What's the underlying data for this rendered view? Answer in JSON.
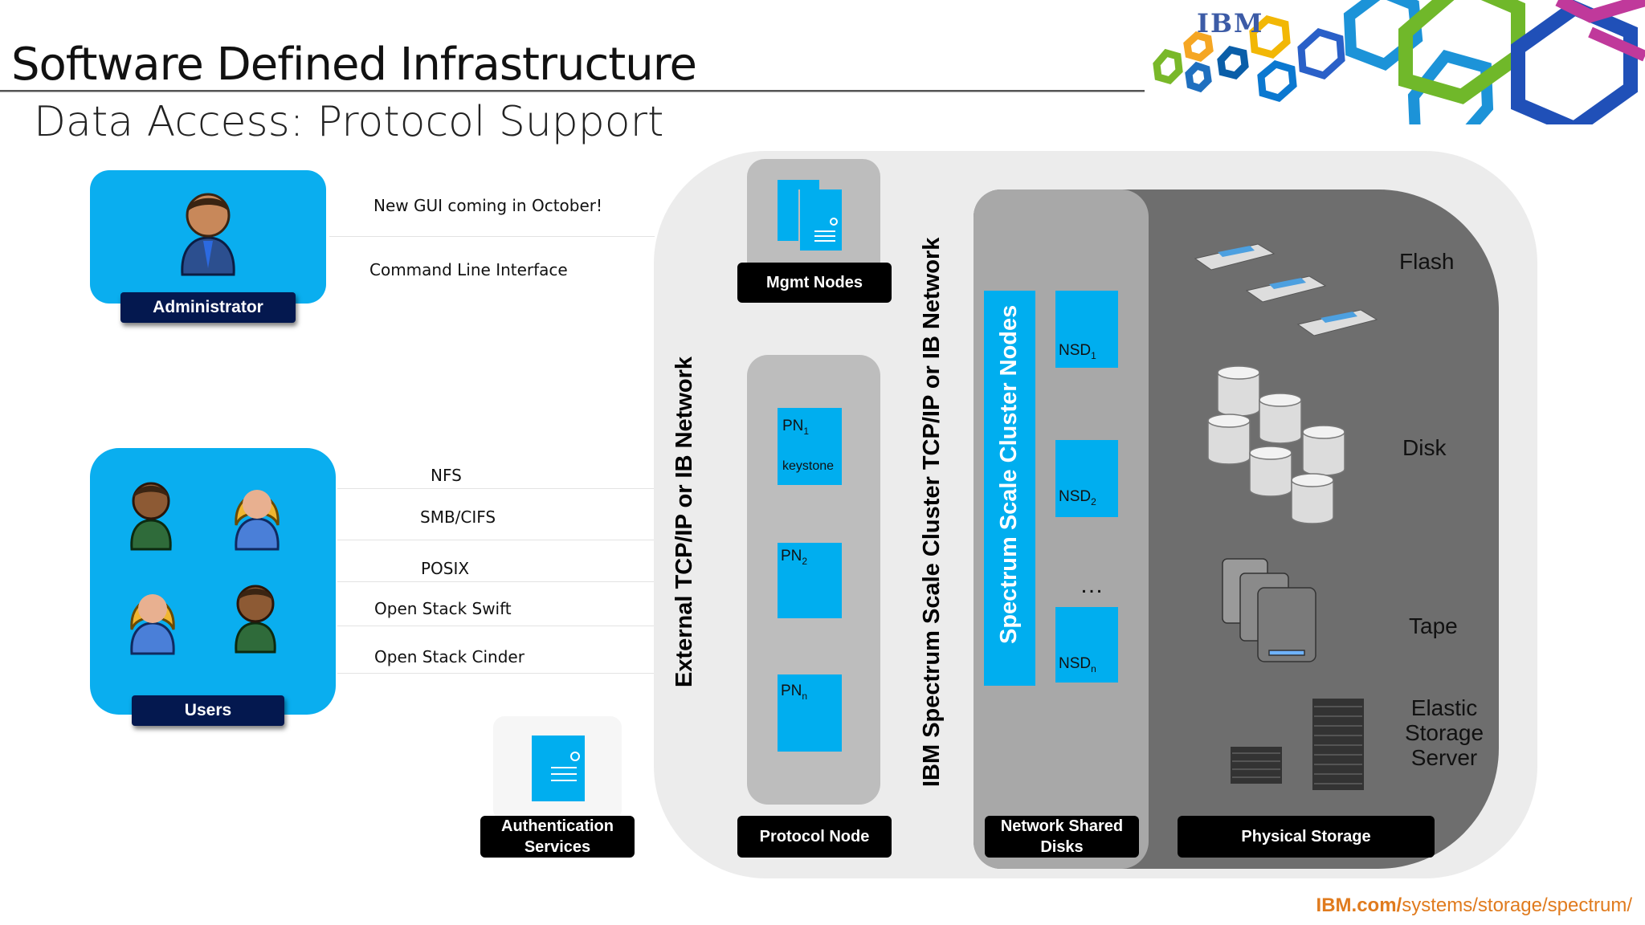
{
  "header": {
    "title": "Software Defined Infrastructure",
    "subtitle": "Data Access: Protocol Support",
    "brand": "IBM"
  },
  "left": {
    "admin_label": "Administrator",
    "admin_interfaces": [
      "New GUI coming in October!",
      "Command Line Interface"
    ],
    "users_label": "Users",
    "protocols": [
      "NFS",
      "SMB/CIFS",
      "POSIX",
      "Open Stack Swift",
      "Open Stack Cinder"
    ],
    "auth_label": "Authentication Services"
  },
  "networks": {
    "external": "External TCP/IP or IB Network",
    "cluster": "IBM Spectrum Scale Cluster TCP/IP or IB Network"
  },
  "nodes": {
    "mgmt_label": "Mgmt Nodes",
    "protocol_label": "Protocol Node",
    "pn1_base": "PN",
    "pn1_sub": "1",
    "pn1_extra": "keystone",
    "pn2_base": "PN",
    "pn2_sub": "2",
    "pnn_base": "PN",
    "pnn_sub": "n",
    "cluster_nodes": "Spectrum Scale Cluster Nodes",
    "nsd1_base": "NSD",
    "nsd1_sub": "1",
    "nsd2_base": "NSD",
    "nsd2_sub": "2",
    "nsd_ellipsis": "…",
    "nsdn_base": "NSD",
    "nsdn_sub": "n",
    "nsd_label": "Network Shared Disks"
  },
  "storage": {
    "flash": "Flash",
    "disk": "Disk",
    "tape": "Tape",
    "ess_lines": [
      "Elastic",
      "Storage",
      "Server"
    ],
    "label": "Physical Storage"
  },
  "footer": {
    "domain": "IBM.com/",
    "path": "systems/storage/spectrum/"
  },
  "colors": {
    "accent_blue": "#0aaeef",
    "navy_label": "#04184f",
    "storage_gray": "#6e6e6e",
    "footer_orange": "#e07b1e"
  }
}
